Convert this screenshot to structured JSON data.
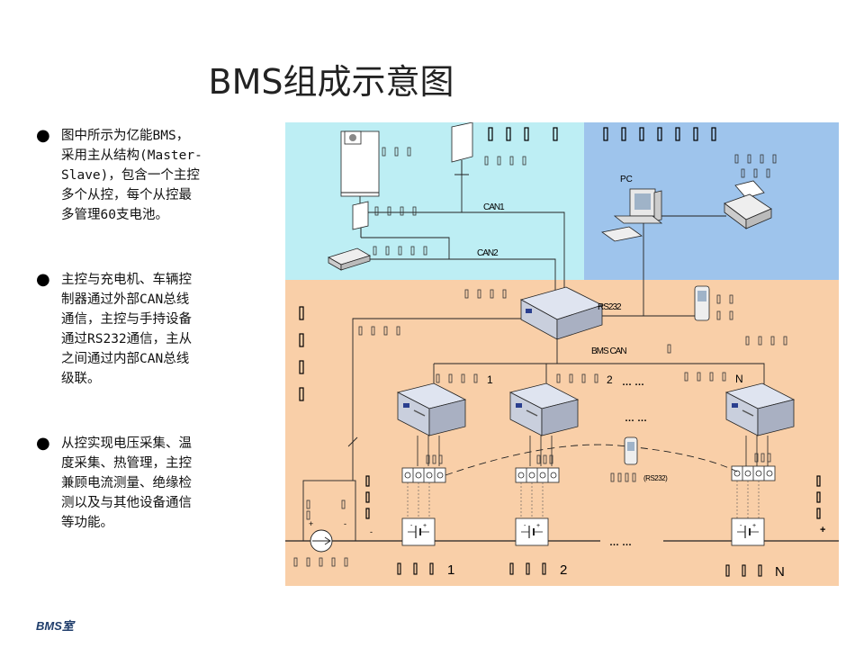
{
  "page": {
    "title": "BMS组成示意图",
    "footer": "BMS室"
  },
  "bullets": [
    {
      "text": "图中所示为亿能BMS，\n采用主从结构(Master-\nSlave)，包含一个主控\n多个从控，每个从控最\n多管理60支电池。"
    },
    {
      "text": "主控与充电机、车辆控\n制器通过外部CAN总线\n通信，主控与手持设备\n通过RS232通信，主从\n之间通过内部CAN总线\n级联。"
    },
    {
      "text": "从控实现电压采集、温\n度采集、热管理，主控\n兼顾电流测量、绝缘检\n测以及与其他设备通信\n等功能。"
    }
  ],
  "diagram": {
    "colors": {
      "cyan": "#bdeef4",
      "blue": "#9ec4ec",
      "orange": "#f9cfa8",
      "line": "#222222"
    },
    "labels": {
      "can1": "CAN1",
      "can2": "CAN2",
      "pc": "PC",
      "rs232": "RS232",
      "bms_can": "BMS  CAN",
      "slave_1": "1",
      "slave_2": "2",
      "slave_n": "N",
      "ellipsis": "… …",
      "rs232_paren": "(RS232)",
      "plus": "+",
      "minus": "-",
      "mod_1": "1",
      "mod_2": "2",
      "mod_n": "N"
    }
  }
}
